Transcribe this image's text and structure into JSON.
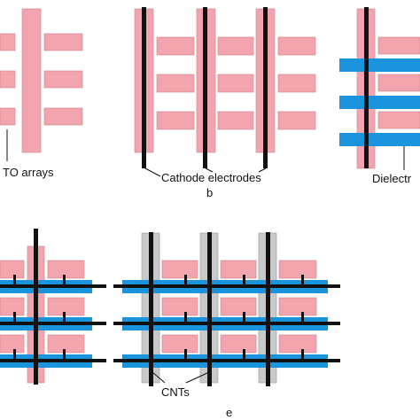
{
  "colors": {
    "ito": "#f2a5ae",
    "ito_stroke": "#c97f88",
    "dielectric": "#1a95dd",
    "electrode": "#111111",
    "cnt": "#c9c9c9",
    "cnt_stroke": "#9a9a9a",
    "background": "#ffffff"
  },
  "labels": {
    "ito_arrays": "TO arrays",
    "cathode_electrodes": "Cathode electrodes",
    "panel_b": "b",
    "dielectric": "Dielectr",
    "cnts": "CNTs",
    "panel_e": "e"
  }
}
